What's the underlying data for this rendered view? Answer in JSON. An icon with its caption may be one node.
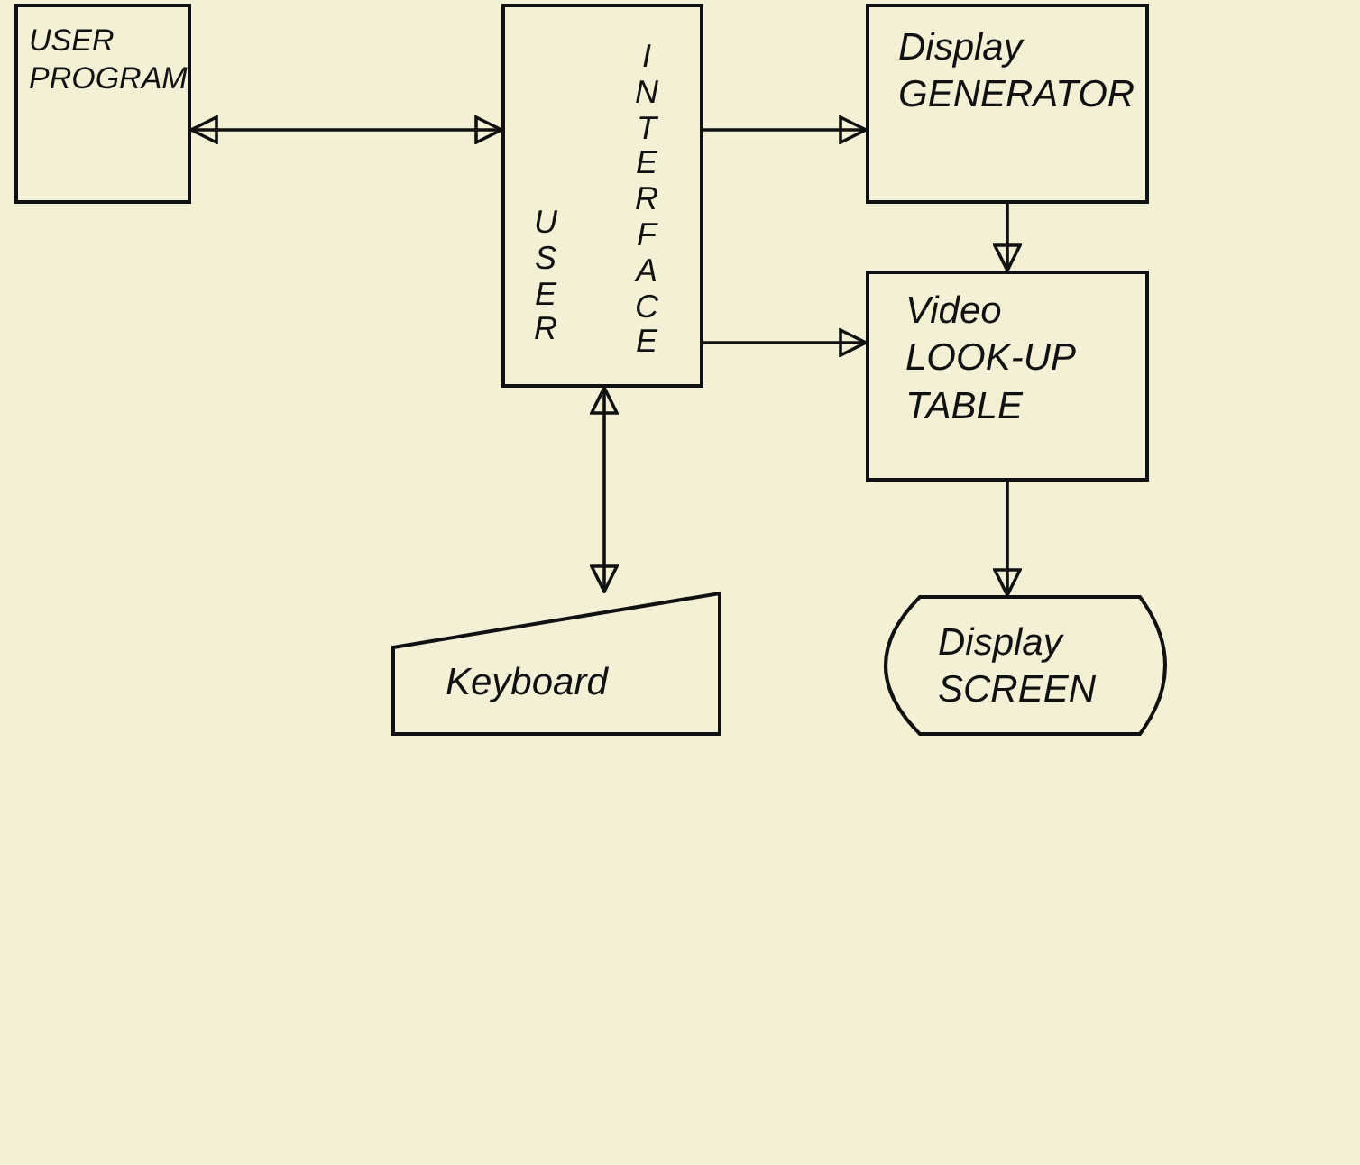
{
  "diagram": {
    "nodes": [
      {
        "text": [
          "USER PROGRAM"
        ]
      },
      {
        "text": [
          "USER",
          "INTERFACE"
        ]
      },
      {
        "text": [
          "Display GENERATOR"
        ]
      },
      {
        "text": [
          "Video LOOK-UP TABLE"
        ]
      },
      {
        "text": [
          "Keyboard"
        ]
      },
      {
        "text": [
          "Display SCREEN"
        ]
      }
    ],
    "edges": [
      {
        "from": 0,
        "to": 1,
        "arrow": "both"
      },
      {
        "from": 1,
        "to": 2,
        "arrow": "to"
      },
      {
        "from": 2,
        "to": 3,
        "arrow": "to"
      },
      {
        "from": 1,
        "to": 3,
        "arrow": "to"
      },
      {
        "from": 1,
        "to": 4,
        "arrow": "both"
      },
      {
        "from": 3,
        "to": 5,
        "arrow": "to"
      }
    ]
  }
}
